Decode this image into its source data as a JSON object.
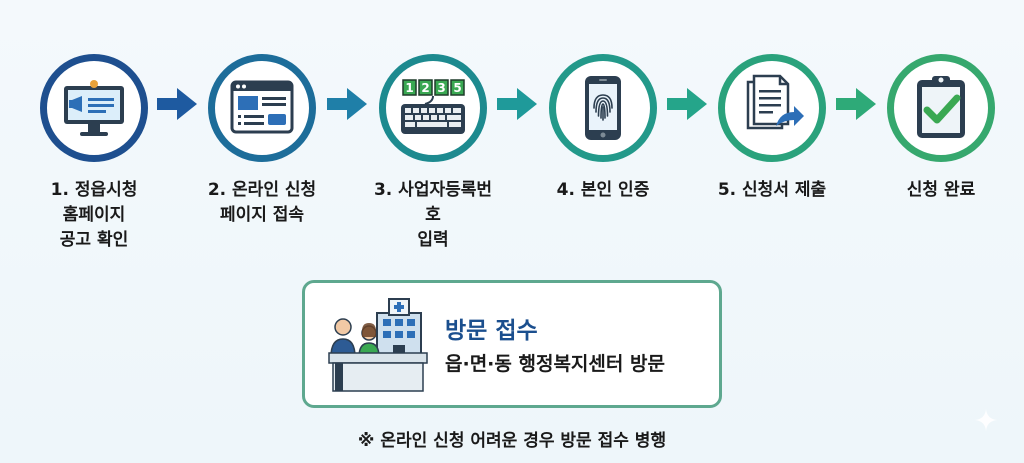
{
  "steps": [
    {
      "label": "1. 정읍시청\n홈페이지\n공고 확인",
      "icon": "monitor-announcement-icon"
    },
    {
      "label": "2. 온라인 신청\n페이지 접속",
      "icon": "webpage-form-icon"
    },
    {
      "label": "3. 사업자등록번호\n입력",
      "icon": "keyboard-number-icon",
      "keys": [
        "1",
        "2",
        "3",
        "5"
      ]
    },
    {
      "label": "4. 본인 인증",
      "icon": "fingerprint-phone-icon"
    },
    {
      "label": "5. 신청서 제출",
      "icon": "document-submit-icon"
    },
    {
      "label": "신청 완료",
      "icon": "clipboard-check-icon"
    }
  ],
  "visit": {
    "title": "방문 접수",
    "subtitle": "읍·면·동 행정복지센터 방문",
    "icon": "service-desk-icon"
  },
  "note": "※ 온라인 신청 어려운 경우 방문 접수 병행",
  "colors": {
    "step_borders": [
      "#1e4f8f",
      "#1d6d9a",
      "#1d8a8f",
      "#23998a",
      "#2aa27c",
      "#36a86e"
    ],
    "arrows": [
      "#1e5aa0",
      "#1f7fa8",
      "#1f9a9a",
      "#25a58a",
      "#2eaa78"
    ],
    "visit_title": "#1b4f8e",
    "visit_border": "#5ea88f"
  }
}
